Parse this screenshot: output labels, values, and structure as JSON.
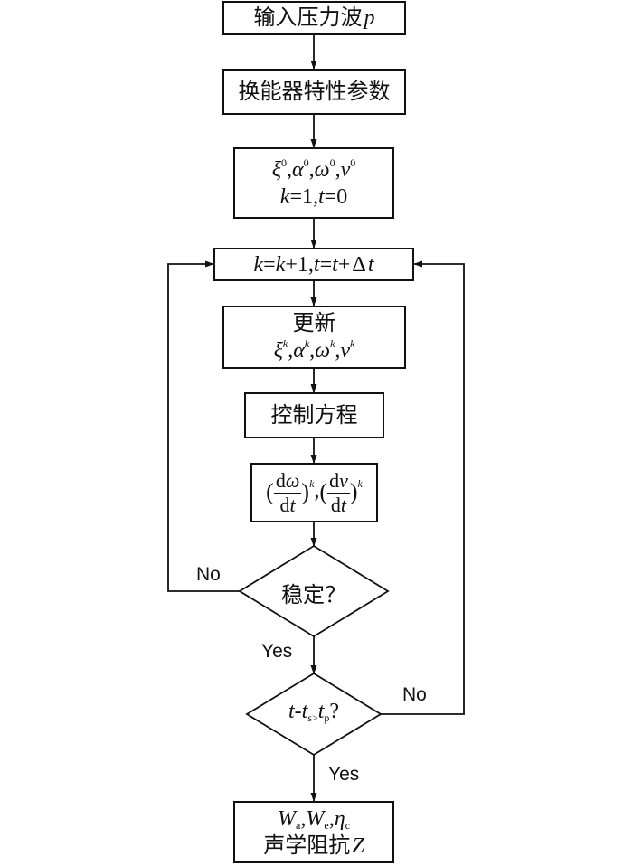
{
  "boxes": {
    "input": {
      "label": "输入压力波",
      "var": "p"
    },
    "params": {
      "label": "换能器特性参数"
    },
    "init": {
      "xi": "ξ",
      "alpha": "α",
      "omega": "ω",
      "v": "v",
      "zero": "0",
      "comma": ",",
      "k": "k",
      "t": "t",
      "eq1": "=1",
      "eq0": "=0"
    },
    "loop": {
      "k": "k",
      "t": "t",
      "eq": "=",
      "plus1": "+1",
      "comma": ",",
      "plus": "+",
      "delta": "Δ"
    },
    "update": {
      "label": "更新",
      "xi": "ξ",
      "alpha": "α",
      "omega": "ω",
      "v": "v",
      "k": "k",
      "comma": ","
    },
    "control": {
      "label": "控制方程"
    },
    "deriv": {
      "lparen": "(",
      "rparen": ")",
      "d": "d",
      "omega": "ω",
      "v": "v",
      "t": "t",
      "k": "k",
      "comma": ","
    },
    "output": {
      "W": "W",
      "a": "a",
      "e": "e",
      "eta": "η",
      "c": "c",
      "comma": ",",
      "label": "声学阻抗",
      "Z": "Z"
    }
  },
  "decisions": {
    "stable": {
      "label": "稳定？"
    },
    "time": {
      "t": "t",
      "dash": "-",
      "s": "s",
      "gt": ">",
      "p": "p",
      "q": "?"
    }
  },
  "edge_labels": {
    "no_left": "No",
    "yes_mid": "Yes",
    "no_right": "No",
    "yes_bottom": "Yes"
  }
}
